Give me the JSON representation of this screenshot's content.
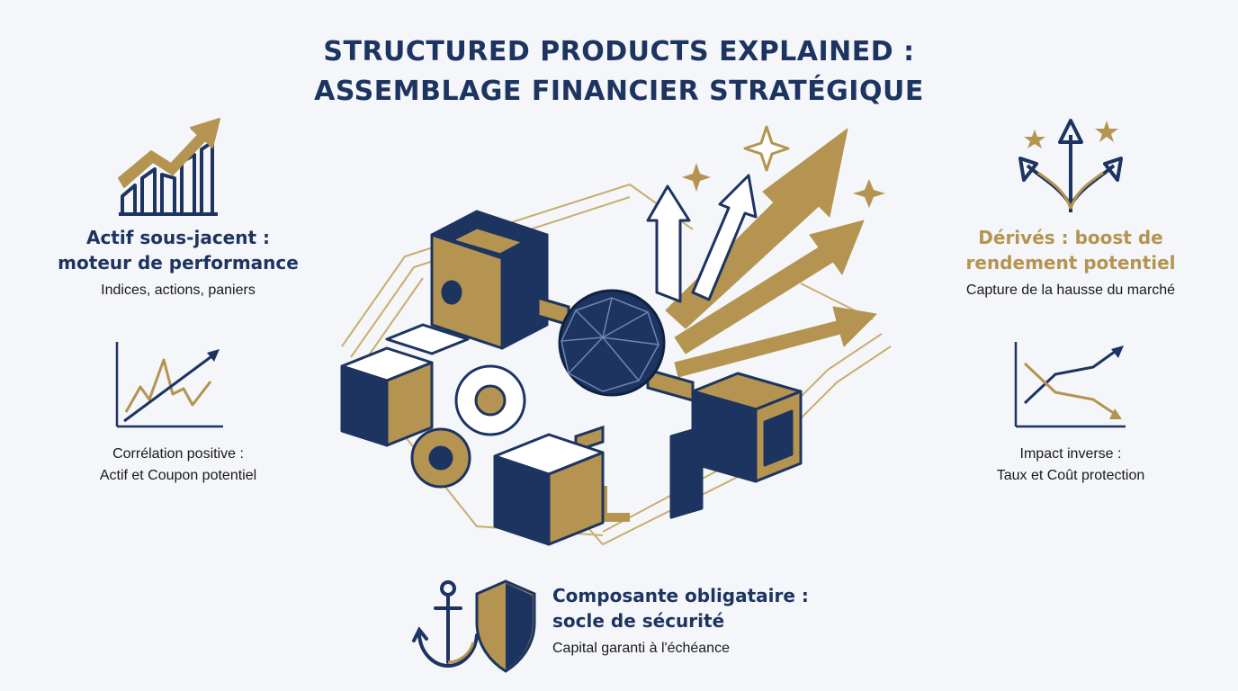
{
  "title": {
    "line1": "STRUCTURED PRODUCTS EXPLAINED :",
    "line2": "ASSEMBLAGE FINANCIER STRATÉGIQUE"
  },
  "left": {
    "underlying": {
      "heading_line1": "Actif sous-jacent :",
      "heading_line2": "moteur de performance",
      "sub": "Indices, actions, paniers",
      "icon": "bar-chart-rising-arrow-icon"
    },
    "correlation": {
      "line1": "Corrélation positive :",
      "line2": "Actif et Coupon potentiel",
      "icon": "positive-correlation-chart-icon"
    }
  },
  "right": {
    "derivatives": {
      "heading_line1": "Dérivés : boost de",
      "heading_line2": "rendement potentiel",
      "sub": "Capture de la hausse du marché",
      "icon": "diverging-arrows-stars-icon"
    },
    "inverse": {
      "line1": "Impact inverse :",
      "line2": "Taux et Coût protection",
      "icon": "inverse-correlation-chart-icon"
    }
  },
  "bottom": {
    "heading_line1": "Composante obligataire :",
    "heading_line2": "socle de sécurité",
    "sub": "Capital garanti à l'échéance",
    "icon": "anchor-shield-icon"
  },
  "colors": {
    "navy": "#1d3461",
    "gold": "#b49450",
    "background": "#f4f6f9"
  }
}
